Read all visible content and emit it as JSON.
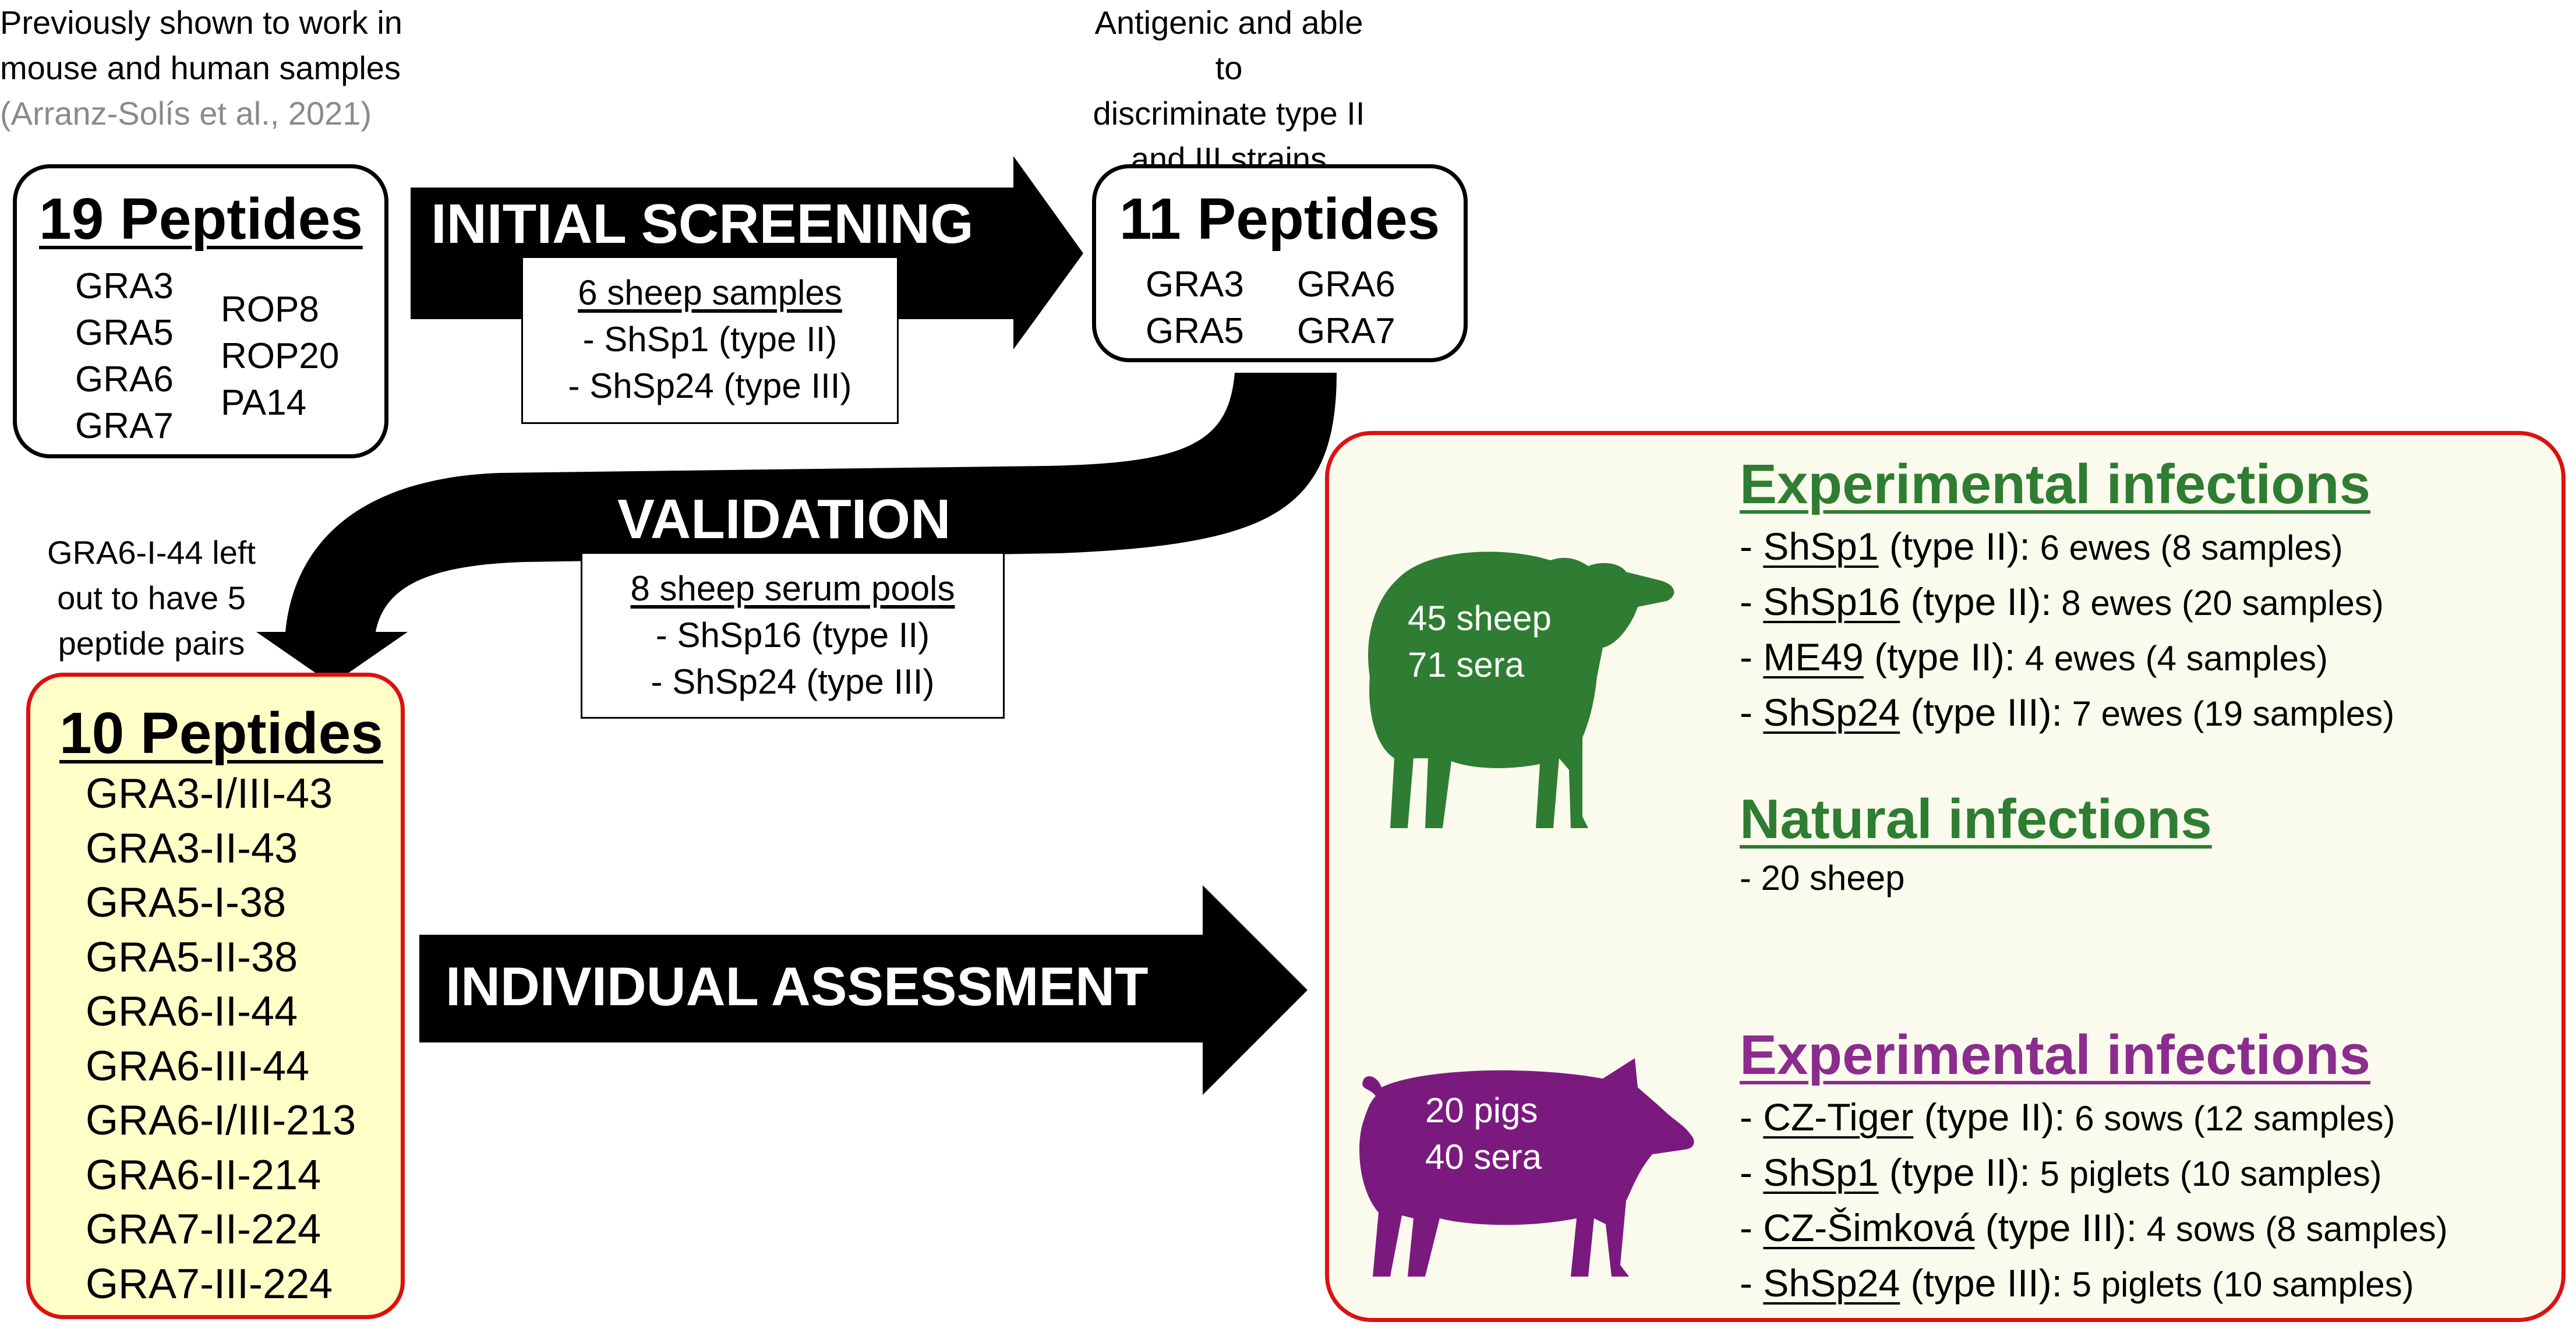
{
  "notes": {
    "top_left": [
      "Previously shown to work in",
      "mouse and human samples"
    ],
    "top_left_ref": "(Arranz-Solís et al., 2021)",
    "top_right": [
      "Antigenic and able to",
      "discriminate type II",
      "and III strains"
    ],
    "left_mid": [
      "GRA6-I-44 left",
      "out to have 5",
      "peptide pairs"
    ]
  },
  "box19": {
    "title": "19 Peptides",
    "col1": [
      "GRA3",
      "GRA5",
      "GRA6",
      "GRA7"
    ],
    "col2": [
      "ROP8",
      "ROP20",
      "PA14"
    ]
  },
  "box11": {
    "title": "11 Peptides",
    "col1": [
      "GRA3",
      "GRA5"
    ],
    "col2": [
      "GRA6",
      "GRA7"
    ]
  },
  "box10": {
    "title": "10 Peptides",
    "items": [
      "GRA3-I/III-43",
      "GRA3-II-43",
      "GRA5-I-38",
      "GRA5-II-38",
      "GRA6-II-44",
      "GRA6-III-44",
      "GRA6-I/III-213",
      "GRA6-II-214",
      "GRA7-II-224",
      "GRA7-III-224"
    ]
  },
  "arrows": {
    "initial": "INITIAL SCREENING",
    "validation": "VALIDATION",
    "individual": "INDIVIDUAL ASSESSMENT"
  },
  "samples_initial": {
    "title": "6 sheep samples",
    "lines": [
      "- ShSp1 (type II)",
      "- ShSp24 (type III)"
    ]
  },
  "samples_validation": {
    "title": "8 sheep serum pools",
    "lines": [
      "- ShSp16 (type II)",
      "- ShSp24 (type III)"
    ]
  },
  "sheep": {
    "label": [
      "45 sheep",
      "71 sera"
    ],
    "color": "#2e7d32",
    "exp_title": "Experimental infections",
    "exp": [
      {
        "strain": "ShSp1",
        "type": "(type II):",
        "detail": "6 ewes (8 samples)"
      },
      {
        "strain": "ShSp16",
        "type": "(type II):",
        "detail": "8 ewes (20 samples)"
      },
      {
        "strain": "ME49",
        "type": "(type II):",
        "detail": "4 ewes (4 samples)"
      },
      {
        "strain": "ShSp24",
        "type": "(type III):",
        "detail": "7 ewes (19 samples)"
      }
    ],
    "nat_title": "Natural infections",
    "nat": [
      "- 20 sheep"
    ]
  },
  "pigs": {
    "label": [
      "20 pigs",
      "40 sera"
    ],
    "color": "#7b1a7e",
    "exp_title": "Experimental infections",
    "exp": [
      {
        "strain": "CZ-Tiger",
        "type": "(type II):",
        "detail": "6 sows (12 samples)"
      },
      {
        "strain": "ShSp1",
        "type": "(type II):",
        "detail": "5 piglets (10 samples)"
      },
      {
        "strain": "CZ-Šimková",
        "type": "(type III):",
        "detail": "4 sows (8 samples)"
      },
      {
        "strain": "ShSp24",
        "type": "(type III):",
        "detail": "5 piglets (10 samples)"
      }
    ]
  }
}
